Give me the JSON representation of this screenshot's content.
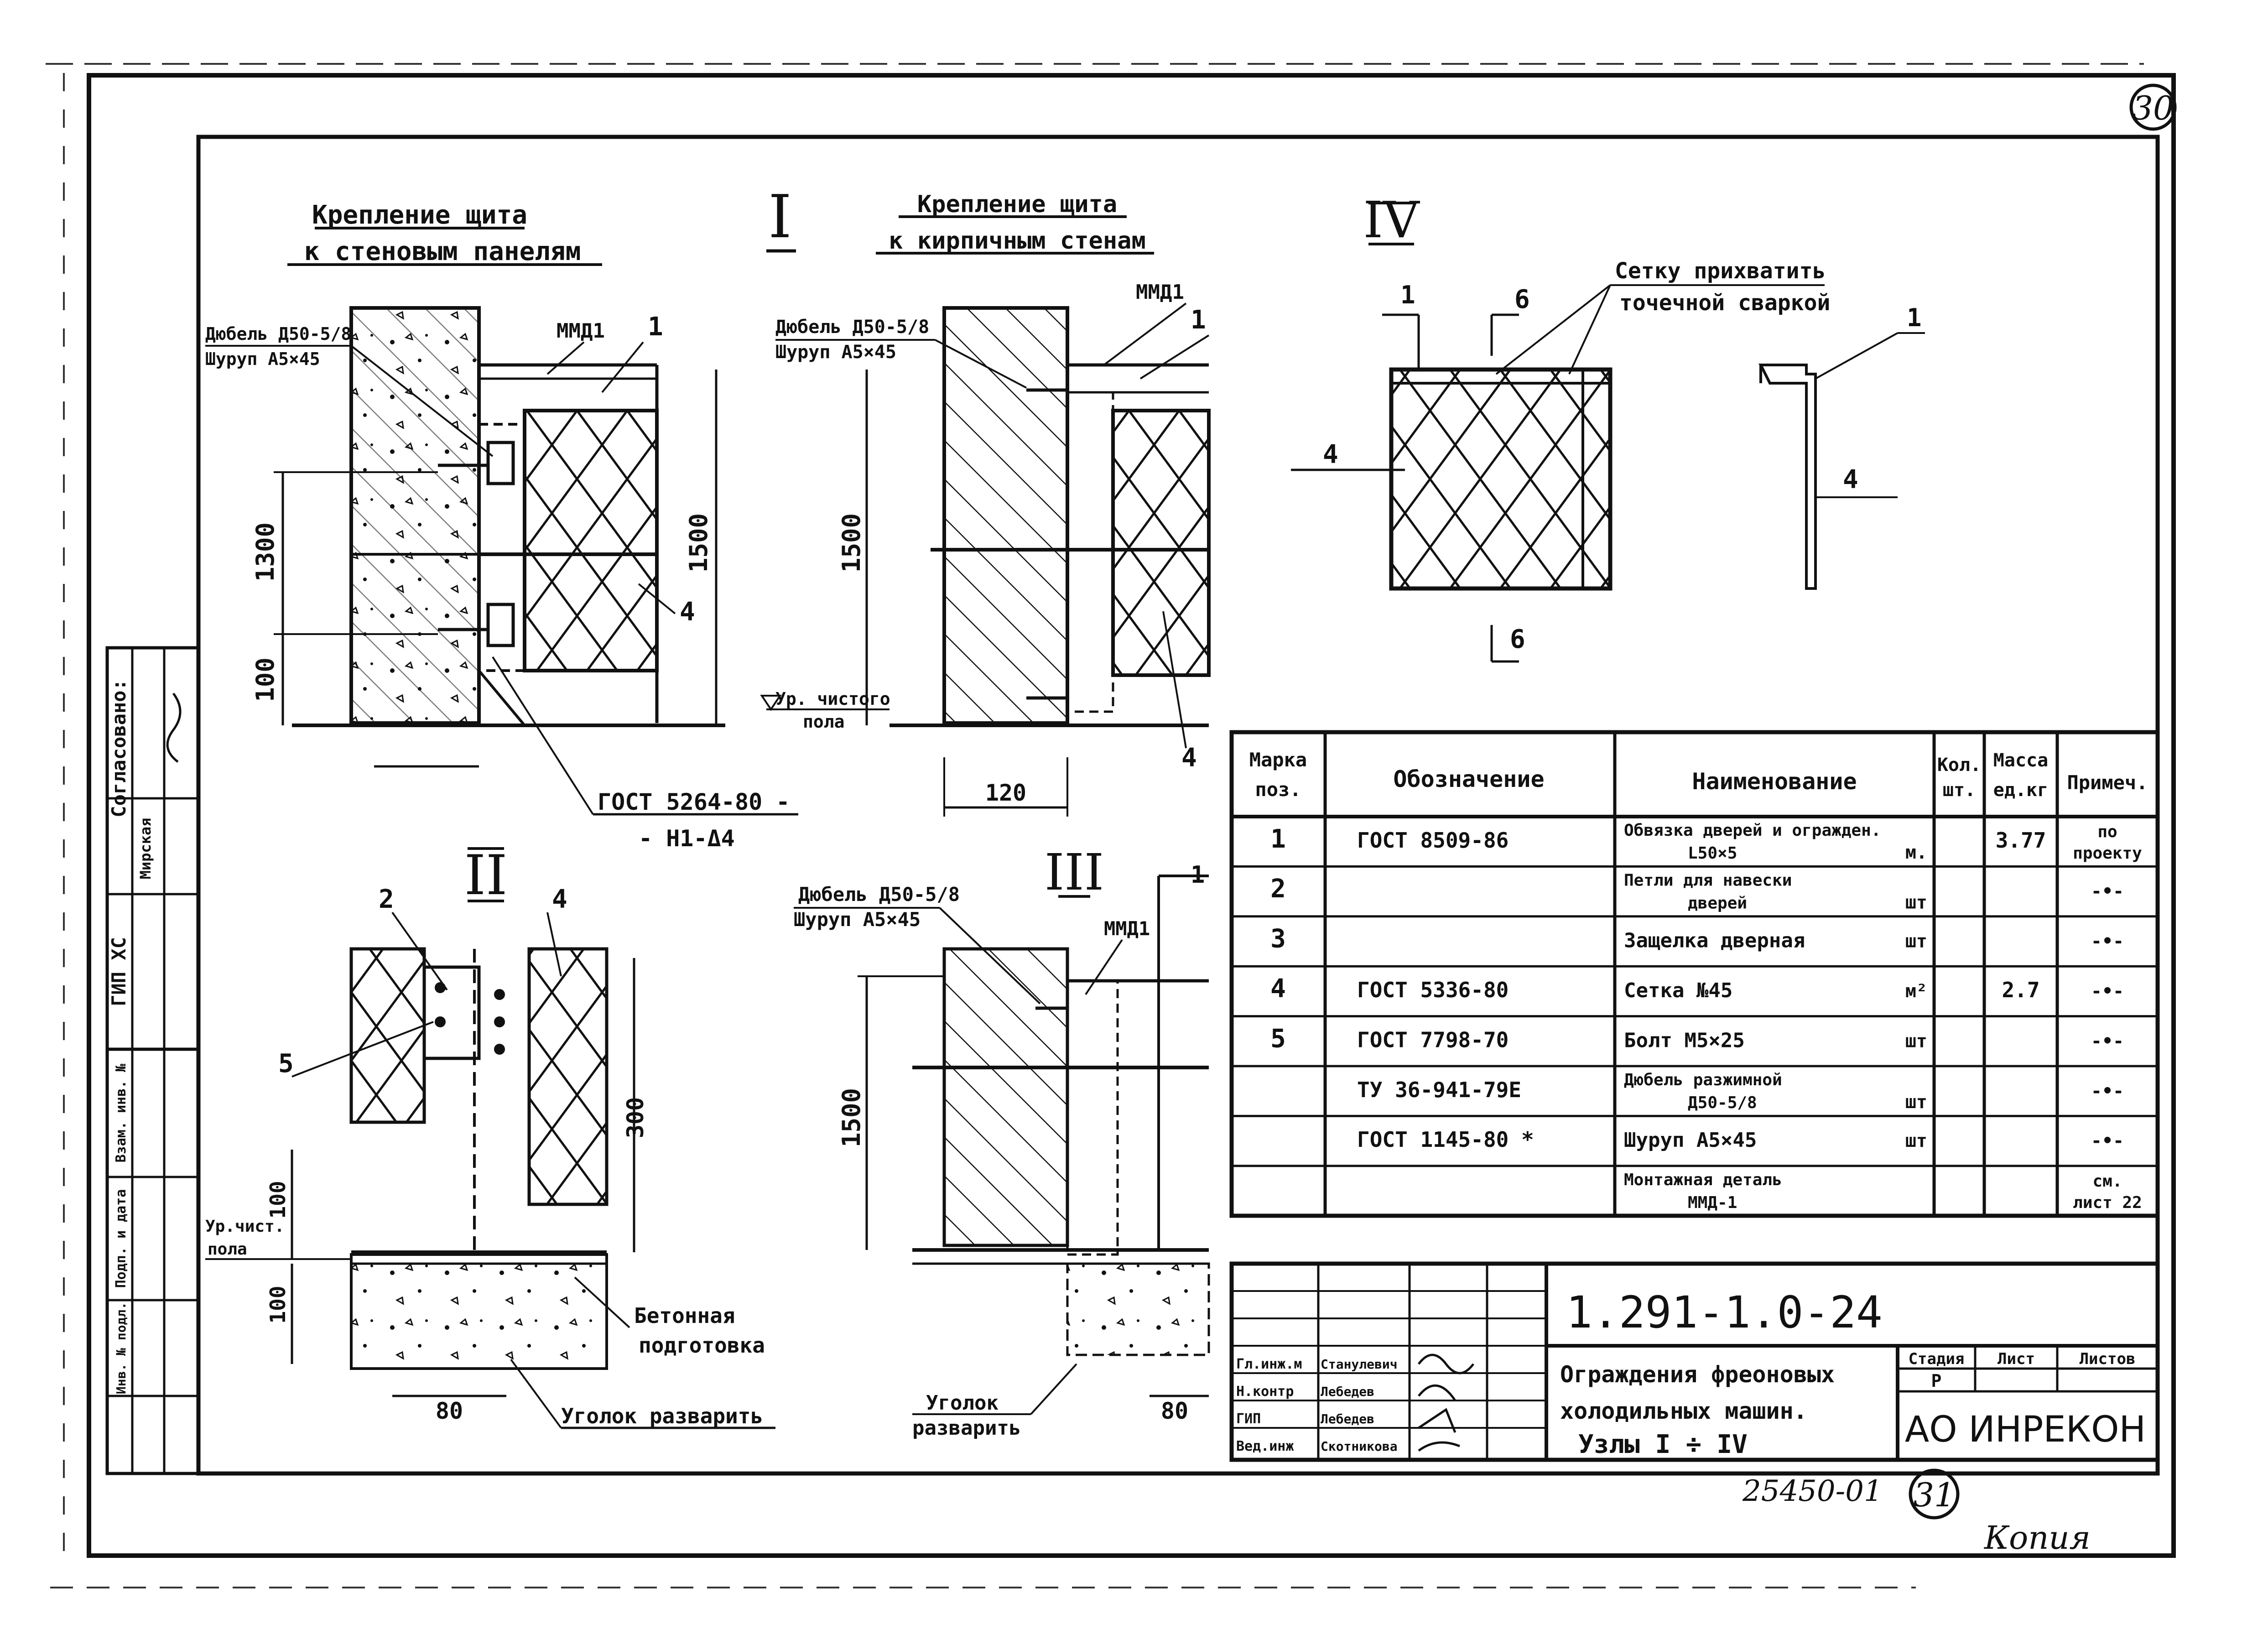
{
  "sheet_number": "30",
  "next_sheet_number": "31",
  "archive_number": "25450-01",
  "signature_text": "Копия",
  "node_I": {
    "label": "I",
    "title_left_line1": "Крепление щита",
    "title_left_line2": "к стеновым панелям",
    "title_right_line1": "Крепление щита",
    "title_right_line2": "к кирпичным стенам",
    "dowel_left_line1": "Дюбель Д50-5/8",
    "dowel_left_line2": "Шуруп А5×45",
    "dowel_right_line1": "Дюбель Д50-5/8",
    "dowel_right_line2": "Шуруп А5×45",
    "mmd_left": "ММД1",
    "mmd_right": "ММД1",
    "pos1_left": "1",
    "pos1_right": "1",
    "pos4_left": "4",
    "pos4_right": "4",
    "dim_1300": "1300",
    "dim_100": "100",
    "dim_1500_left": "1500",
    "dim_1500_right": "1500",
    "dim_120": "120",
    "floor_level_line1": "Ур. чистого",
    "floor_level_line2": "пола",
    "gost_line1": "ГОСТ 5264-80 -",
    "gost_line2": "- Н1-Δ4"
  },
  "node_II": {
    "label": "II",
    "pos2": "2",
    "pos4": "4",
    "pos5": "5",
    "dim_300": "300",
    "dim_100_top": "100",
    "dim_100_bottom": "100",
    "dim_80": "80",
    "floor_level_line1": "Ур.чист.",
    "floor_level_line2": "пола",
    "concrete_line1": "Бетонная",
    "concrete_line2": "подготовка",
    "angle_weld": "Уголок разварить"
  },
  "node_III": {
    "label": "III",
    "dowel_line1": "Дюбель Д50-5/8",
    "dowel_line2": "Шуруп А5×45",
    "mmd": "ММД1",
    "pos1": "1",
    "dim_1500": "1500",
    "dim_80": "80",
    "angle_line1": "Уголок",
    "angle_line2": "разварить"
  },
  "node_IV": {
    "label": "IV",
    "note_line1": "Сетку прихватить",
    "note_line2": "точечной сваркой",
    "pos1_a": "1",
    "pos1_b": "1",
    "pos4_a": "4",
    "pos4_b": "4",
    "section_top": "6",
    "section_bottom": "6"
  },
  "spec_table": {
    "headers": {
      "mark": "Марка поз.",
      "designation": "Обозначение",
      "name": "Наименование",
      "qty": "Кол. шт.",
      "mass": "Масса ед.кг",
      "note": "Примеч."
    },
    "rows": [
      {
        "mark": "1",
        "designation": "ГОСТ 8509-86",
        "name_line1": "Обвязка дверей и огражден.",
        "name_line2": "L50×5",
        "unit": "м.",
        "qty": "",
        "mass": "3.77",
        "note_line1": "по",
        "note_line2": "проекту"
      },
      {
        "mark": "2",
        "designation": "",
        "name_line1": "Петли для навески",
        "name_line2": "дверей",
        "unit": "шт",
        "qty": "",
        "mass": "",
        "note_line1": "-•-",
        "note_line2": ""
      },
      {
        "mark": "3",
        "designation": "",
        "name_line1": "Защелка дверная",
        "name_line2": "",
        "unit": "шт",
        "qty": "",
        "mass": "",
        "note_line1": "-•-",
        "note_line2": ""
      },
      {
        "mark": "4",
        "designation": "ГОСТ 5336-80",
        "name_line1": "Сетка №45",
        "name_line2": "",
        "unit": "м²",
        "qty": "",
        "mass": "2.7",
        "note_line1": "-•-",
        "note_line2": ""
      },
      {
        "mark": "5",
        "designation": "ГОСТ 7798-70",
        "name_line1": "Болт М5×25",
        "name_line2": "",
        "unit": "шт",
        "qty": "",
        "mass": "",
        "note_line1": "-•-",
        "note_line2": ""
      },
      {
        "mark": "",
        "designation": "ТУ 36-941-79Е",
        "name_line1": "Дюбель разжимной",
        "name_line2": "Д50-5/8",
        "unit": "шт",
        "qty": "",
        "mass": "",
        "note_line1": "-•-",
        "note_line2": ""
      },
      {
        "mark": "",
        "designation": "ГОСТ 1145-80 *",
        "name_line1": "Шуруп А5×45",
        "name_line2": "",
        "unit": "шт",
        "qty": "",
        "mass": "",
        "note_line1": "-•-",
        "note_line2": ""
      },
      {
        "mark": "",
        "designation": "",
        "name_line1": "Монтажная деталь",
        "name_line2": "ММД-1",
        "unit": "",
        "qty": "",
        "mass": "",
        "note_line1": "см.",
        "note_line2": "лист 22"
      }
    ]
  },
  "title_block": {
    "code": "1.291-1.0-24",
    "title_line1": "Ограждения фреоновых",
    "title_line2": "холодильных машин.",
    "title_line3": "Узлы I ÷ IV",
    "stage_label": "Стадия",
    "sheet_label": "Лист",
    "sheets_label": "Листов",
    "stage_value": "Р",
    "organization": "АО ИНРЕКОН",
    "roles": [
      "Гл.инж.м",
      "Н.контр",
      "ГИП",
      "Вед.инж"
    ],
    "names": [
      "Станулевич",
      "Лебедев",
      "Лебедев",
      "Скотникова"
    ]
  },
  "side_stamp": {
    "agreed": "Согласовано:",
    "gip_xc": "ГИП ХС",
    "name": "Мирская",
    "inv_sub": "Взам. инв. №",
    "sign_date": "Подп. и дата",
    "inv_orig": "Инв. № подл."
  }
}
